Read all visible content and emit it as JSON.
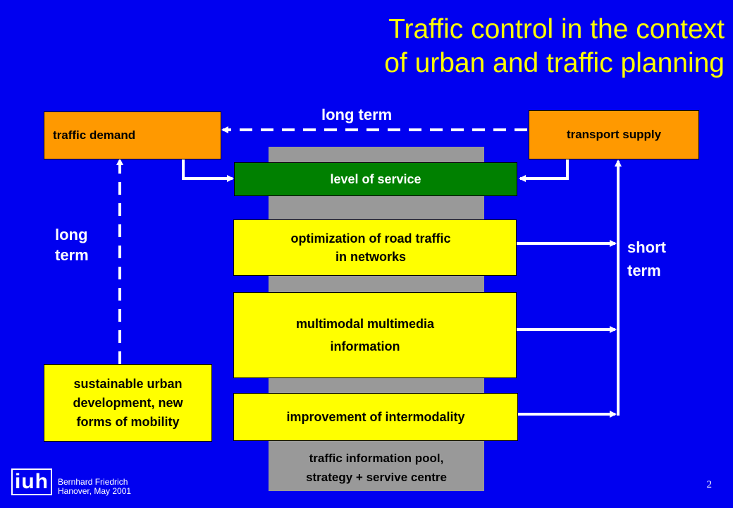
{
  "title": {
    "line1": "Traffic control in the context",
    "line2": "of urban and traffic planning"
  },
  "nodes": {
    "traffic_demand": "traffic demand",
    "transport_supply": "transport supply",
    "level_of_service": "level of service",
    "optimization": [
      "optimization of road traffic",
      "in networks"
    ],
    "multimodal": [
      "multimodal multimedia",
      "information"
    ],
    "intermodality": "improvement of intermodality",
    "sustainable": [
      "sustainable urban",
      "development, new",
      "forms of mobility"
    ],
    "info_pool": [
      "traffic information pool,",
      "strategy + servive centre"
    ]
  },
  "labels": {
    "long_term_top": "long term",
    "long_term_left": [
      "long",
      "term"
    ],
    "short_term_right": [
      "short",
      "term"
    ]
  },
  "footer": {
    "logo": "iuh",
    "author": "Bernhard Friedrich",
    "place_date": "Hanover, May 2001",
    "page": "2"
  },
  "colors": {
    "background": "#0000f0",
    "title": "#ffff00",
    "orange": "#ff9900",
    "yellow": "#ffff00",
    "green": "#008000",
    "gray": "#999999",
    "arrow": "#ffffff"
  }
}
